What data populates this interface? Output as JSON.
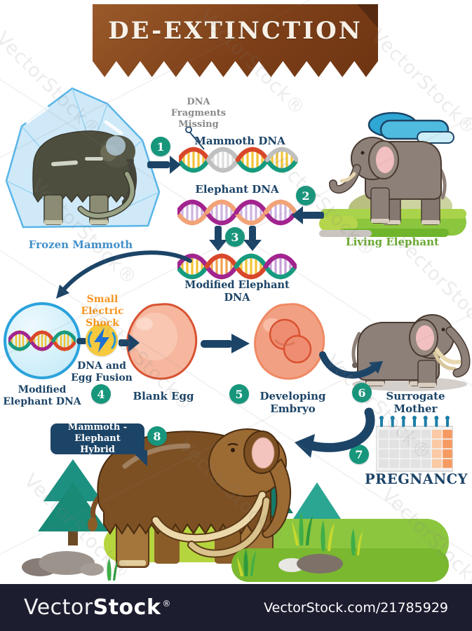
{
  "title": "DE-EXTINCTION",
  "watermark": {
    "text": "VectorStock®"
  },
  "steps": [
    "1",
    "2",
    "3",
    "4",
    "5",
    "6",
    "7",
    "8"
  ],
  "labels": {
    "dna_fragments_missing": "DNA\nFragments\nMissing",
    "mammoth_dna": "Mammoth DNA",
    "elephant_dna": "Elephant DNA",
    "modified_elephant_dna": "Modified Elephant DNA",
    "frozen_mammoth": "Frozen Mammoth",
    "living_elephant": "Living Elephant",
    "modified_elephant_dna_cell": "Modified\nElephant DNA",
    "small_electric_shock": "Small\nElectric\nShock",
    "dna_and_egg_fusion": "DNA and\nEgg Fusion",
    "blank_egg": "Blank Egg",
    "developing_embryo": "Developing Embryo",
    "surrogate_mother": "Surrogate Mother",
    "pregnancy": "PREGNANCY",
    "hybrid": "Mammoth - Elephant\nHybrid"
  },
  "footer": {
    "brand_light": "Vector",
    "brand_bold": "Stock",
    "registered": "®",
    "url": "VectorStock.com/21785929"
  },
  "icons": {
    "step_badge": "numbered-circle",
    "lightning": "lightning-bolt-in-yellow-circle",
    "calendar": "pregnancy-calendar",
    "arrows": "navy-flow-arrows"
  },
  "colors": {
    "navy": "#1c4467",
    "badge": "#17967c",
    "banner_brown": "#7c3f18",
    "orange_label": "#f7941d",
    "blue_label": "#418fca",
    "green_label": "#6aa832",
    "gray_label": "#8a8a8a",
    "dna_red": "#d9472b",
    "dna_teal": "#169b7f",
    "dna_gray": "#c0c0c0",
    "dna_yellow": "#f2c335",
    "dna_magenta": "#a2248f",
    "dna_peach": "#f2a377",
    "dna_lav": "#cdb3df",
    "dna_orange": "#f0a14e",
    "dna_purple": "#c9a0d8",
    "ice_fill": "#cfe9f8",
    "ice_line": "#59b5e8",
    "cell_border": "#2ba3dc",
    "egg_fill": "#f6b79e",
    "egg_line": "#d85231",
    "embryo_fill": "#f2a083",
    "bolt_yellow": "#f6c93e",
    "bolt_blue": "#1d6fd0",
    "elephant_gray": "#8d8078",
    "ear_pink": "#f2c0c1",
    "mammoth_brown": "#7d5023",
    "mammoth_light": "#9c6a33",
    "tusk_cream": "#ecd9ab",
    "grass_green": "#8cc63f",
    "grass_yellow": "#b5d53e",
    "grass_dark": "#6fb52c",
    "tree_teal": "#1d9181",
    "tree_dark": "#157a6a",
    "tree_light": "#2aa693",
    "rock_gray": "#9c938c",
    "cal_orange": "#f59a62",
    "cal_orange_light": "#fbc9a4",
    "cal_cell": "#e2e2e2",
    "cal_pin": "#1d7fa8",
    "cloud_blue": "#4fbbdf",
    "cloud_dark": "#2fa7d4",
    "cloud_light": "#cdeef8",
    "footer_bg": "#1d1d30"
  }
}
